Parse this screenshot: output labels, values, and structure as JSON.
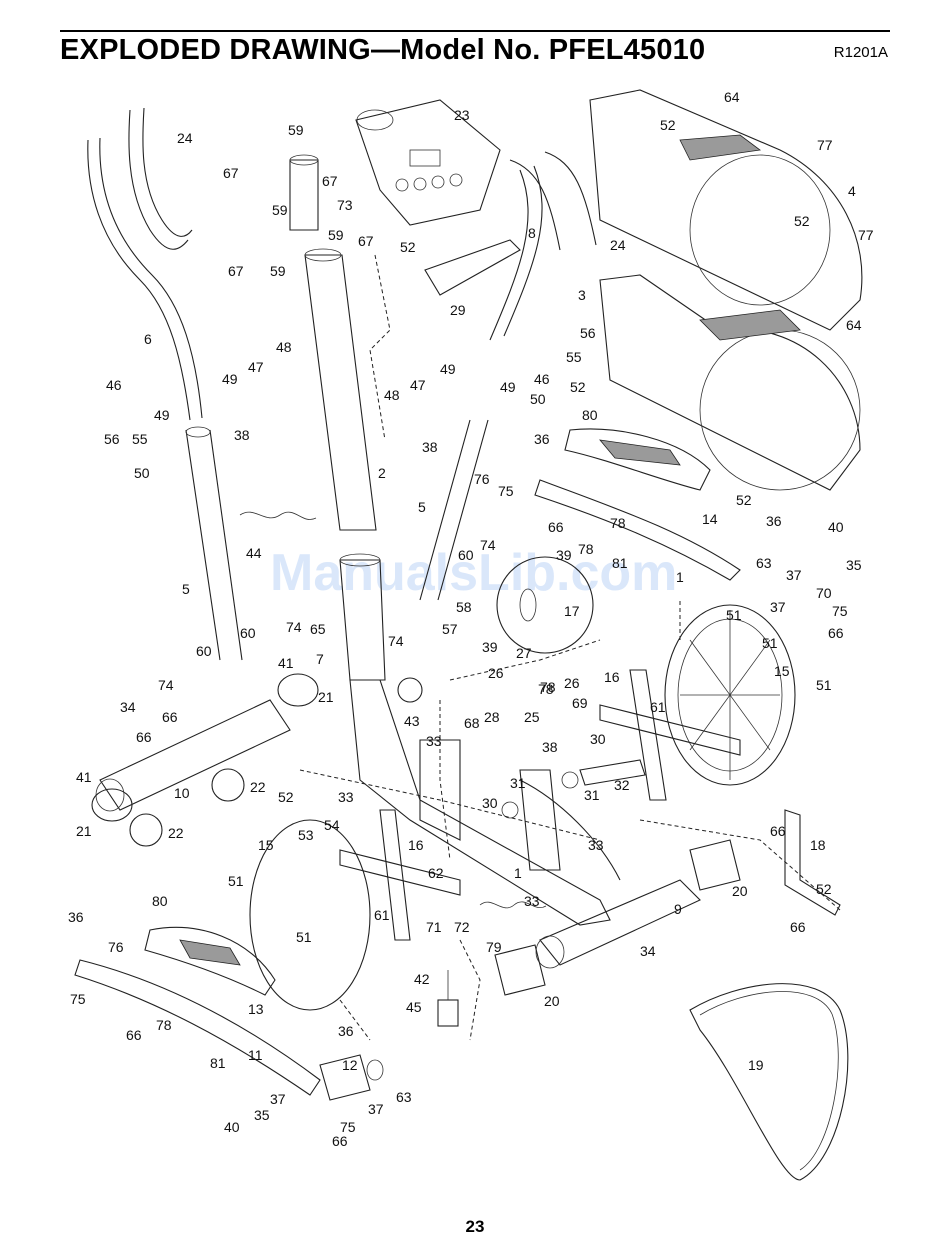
{
  "header": {
    "title": "EXPLODED DRAWING—Model No. PFEL45010",
    "code": "R1201A"
  },
  "watermark": "ManualsLib.com",
  "footer": {
    "page_number": "23"
  },
  "callouts": [
    {
      "n": "24"
    },
    {
      "n": "59"
    },
    {
      "n": "67"
    },
    {
      "n": "67"
    },
    {
      "n": "59"
    },
    {
      "n": "73"
    },
    {
      "n": "23"
    },
    {
      "n": "64"
    },
    {
      "n": "52"
    },
    {
      "n": "77"
    },
    {
      "n": "4"
    },
    {
      "n": "52"
    },
    {
      "n": "77"
    },
    {
      "n": "64"
    },
    {
      "n": "59"
    },
    {
      "n": "67"
    },
    {
      "n": "67"
    },
    {
      "n": "59"
    },
    {
      "n": "52"
    },
    {
      "n": "29"
    },
    {
      "n": "8"
    },
    {
      "n": "24"
    },
    {
      "n": "3"
    },
    {
      "n": "52"
    },
    {
      "n": "52"
    },
    {
      "n": "6"
    },
    {
      "n": "48"
    },
    {
      "n": "47"
    },
    {
      "n": "49"
    },
    {
      "n": "46"
    },
    {
      "n": "49"
    },
    {
      "n": "56"
    },
    {
      "n": "55"
    },
    {
      "n": "48"
    },
    {
      "n": "47"
    },
    {
      "n": "49"
    },
    {
      "n": "49"
    },
    {
      "n": "46"
    },
    {
      "n": "56"
    },
    {
      "n": "55"
    },
    {
      "n": "50"
    },
    {
      "n": "80"
    },
    {
      "n": "38"
    },
    {
      "n": "38"
    },
    {
      "n": "36"
    },
    {
      "n": "50"
    },
    {
      "n": "2"
    },
    {
      "n": "76"
    },
    {
      "n": "75"
    },
    {
      "n": "66"
    },
    {
      "n": "14"
    },
    {
      "n": "5"
    },
    {
      "n": "44"
    },
    {
      "n": "78"
    },
    {
      "n": "36"
    },
    {
      "n": "40"
    },
    {
      "n": "60"
    },
    {
      "n": "74"
    },
    {
      "n": "39"
    },
    {
      "n": "78"
    },
    {
      "n": "81"
    },
    {
      "n": "1"
    },
    {
      "n": "63"
    },
    {
      "n": "37"
    },
    {
      "n": "35"
    },
    {
      "n": "70"
    },
    {
      "n": "5"
    },
    {
      "n": "58"
    },
    {
      "n": "17"
    },
    {
      "n": "37"
    },
    {
      "n": "75"
    },
    {
      "n": "51"
    },
    {
      "n": "66"
    },
    {
      "n": "57"
    },
    {
      "n": "39"
    },
    {
      "n": "74"
    },
    {
      "n": "65"
    },
    {
      "n": "60"
    },
    {
      "n": "60"
    },
    {
      "n": "74"
    },
    {
      "n": "51"
    },
    {
      "n": "27"
    },
    {
      "n": "26"
    },
    {
      "n": "78"
    },
    {
      "n": "26"
    },
    {
      "n": "7"
    },
    {
      "n": "41"
    },
    {
      "n": "74"
    },
    {
      "n": "21"
    },
    {
      "n": "16"
    },
    {
      "n": "15"
    },
    {
      "n": "61"
    },
    {
      "n": "51"
    },
    {
      "n": "34"
    },
    {
      "n": "66"
    },
    {
      "n": "43"
    },
    {
      "n": "78"
    },
    {
      "n": "69"
    },
    {
      "n": "68"
    },
    {
      "n": "28"
    },
    {
      "n": "25"
    },
    {
      "n": "66"
    },
    {
      "n": "33"
    },
    {
      "n": "38"
    },
    {
      "n": "30"
    },
    {
      "n": "32"
    },
    {
      "n": "41"
    },
    {
      "n": "10"
    },
    {
      "n": "22"
    },
    {
      "n": "52"
    },
    {
      "n": "33"
    },
    {
      "n": "31"
    },
    {
      "n": "31"
    },
    {
      "n": "30"
    },
    {
      "n": "21"
    },
    {
      "n": "22"
    },
    {
      "n": "53"
    },
    {
      "n": "54"
    },
    {
      "n": "66"
    },
    {
      "n": "18"
    },
    {
      "n": "15"
    },
    {
      "n": "16"
    },
    {
      "n": "33"
    },
    {
      "n": "62"
    },
    {
      "n": "1"
    },
    {
      "n": "20"
    },
    {
      "n": "52"
    },
    {
      "n": "51"
    },
    {
      "n": "80"
    },
    {
      "n": "33"
    },
    {
      "n": "9"
    },
    {
      "n": "61"
    },
    {
      "n": "66"
    },
    {
      "n": "36"
    },
    {
      "n": "76"
    },
    {
      "n": "51"
    },
    {
      "n": "71"
    },
    {
      "n": "72"
    },
    {
      "n": "79"
    },
    {
      "n": "34"
    },
    {
      "n": "42"
    },
    {
      "n": "45"
    },
    {
      "n": "20"
    },
    {
      "n": "75"
    },
    {
      "n": "66"
    },
    {
      "n": "13"
    },
    {
      "n": "78"
    },
    {
      "n": "19"
    },
    {
      "n": "81"
    },
    {
      "n": "11"
    },
    {
      "n": "36"
    },
    {
      "n": "12"
    },
    {
      "n": "63"
    },
    {
      "n": "37"
    },
    {
      "n": "37"
    },
    {
      "n": "35"
    },
    {
      "n": "40"
    },
    {
      "n": "75"
    },
    {
      "n": "66"
    }
  ]
}
